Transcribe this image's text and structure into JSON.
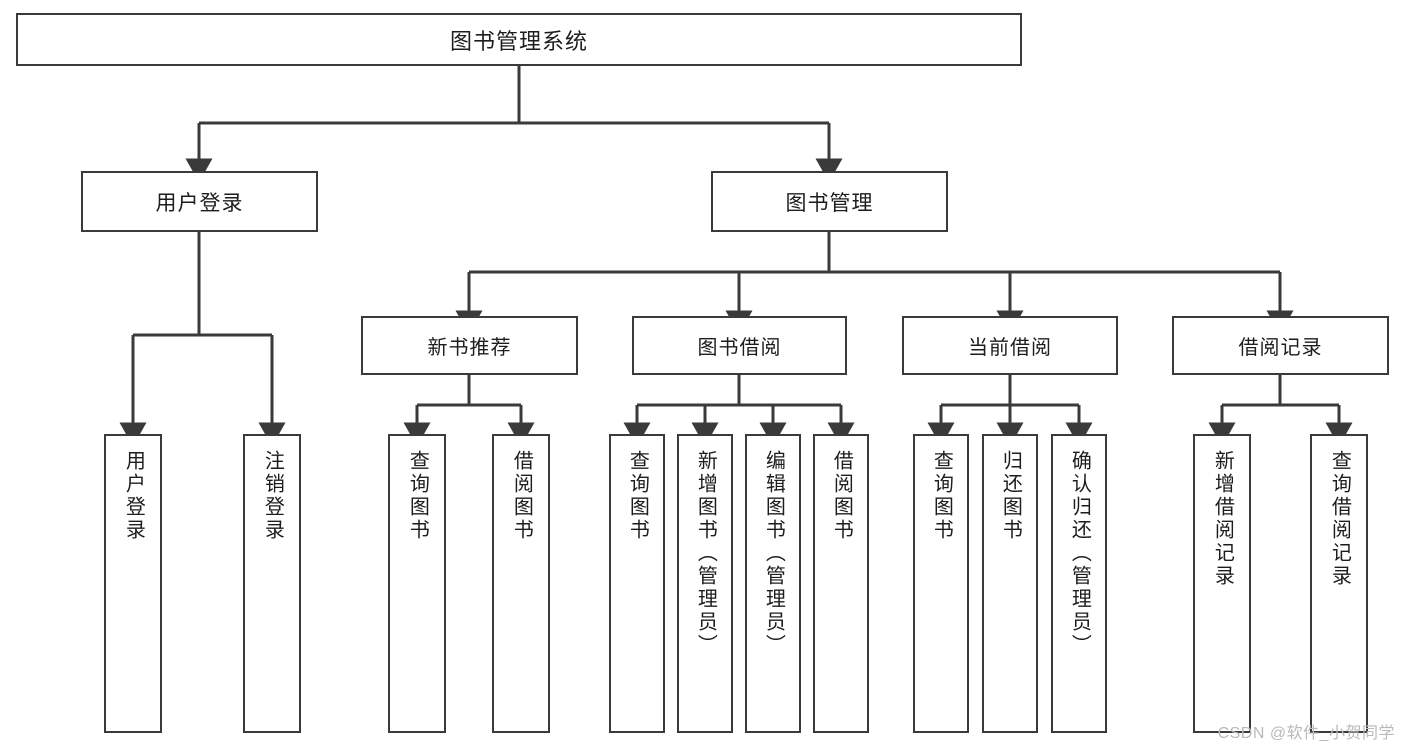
{
  "diagram": {
    "title": "图书管理系统",
    "type": "tree",
    "watermark": "CSDN @软件_小贺同学",
    "colors": {
      "box_border": "#3a3a3a",
      "box_fill": "#ffffff",
      "connector": "#3a3a3a",
      "text": "#1d1d1d",
      "watermark": "#b9b9b9"
    },
    "root": {
      "label": "图书管理系统"
    },
    "level2": [
      {
        "label": "用户登录"
      },
      {
        "label": "图书管理"
      }
    ],
    "level3": [
      {
        "label": "新书推荐"
      },
      {
        "label": "图书借阅"
      },
      {
        "label": "当前借阅"
      },
      {
        "label": "借阅记录"
      }
    ],
    "leaves": {
      "user_login": [
        {
          "label": "用户登录"
        },
        {
          "label": "注销登录"
        }
      ],
      "new_book_recommend": [
        {
          "label": "查询图书"
        },
        {
          "label": "借阅图书"
        }
      ],
      "book_borrow": [
        {
          "label": "查询图书"
        },
        {
          "label": "新增图书（管理员）"
        },
        {
          "label": "编辑图书（管理员）"
        },
        {
          "label": "借阅图书"
        }
      ],
      "current_borrow": [
        {
          "label": "查询图书"
        },
        {
          "label": "归还图书"
        },
        {
          "label": "确认归还（管理员）"
        }
      ],
      "borrow_record": [
        {
          "label": "新增借阅记录"
        },
        {
          "label": "查询借阅记录"
        }
      ]
    }
  }
}
